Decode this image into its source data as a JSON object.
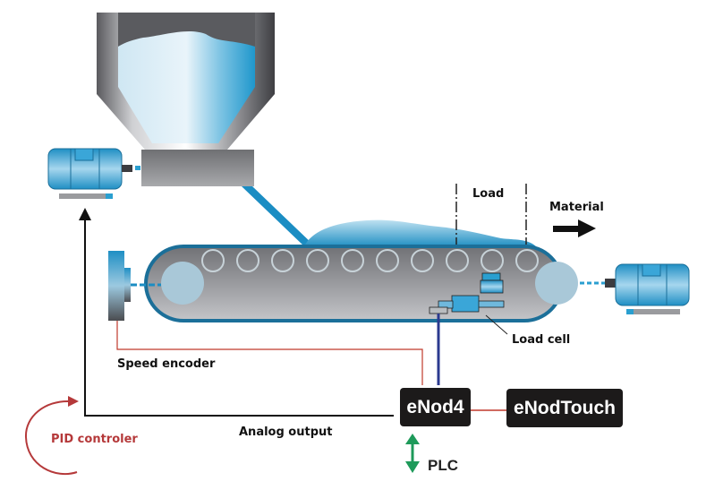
{
  "diagram": {
    "title": "Belt weigher with PID speed control",
    "labels": {
      "load": "Load",
      "material": "Material",
      "load_cell": "Load cell",
      "speed_encoder": "Speed encoder",
      "analog_output": "Analog output",
      "pid_controller": "PID controler",
      "plc": "PLC"
    },
    "nodes": {
      "enod4": "eNod4",
      "enodtouch": "eNodTouch"
    },
    "colors": {
      "belt_blue": "#1b6f99",
      "material_blue": "#2a9fd0",
      "signal_red": "#c0392b",
      "signal_blue": "#2b3a8f",
      "plc_green": "#1e9a5a",
      "pid_red": "#b5393a",
      "node_bg": "#1c1a1a"
    }
  }
}
